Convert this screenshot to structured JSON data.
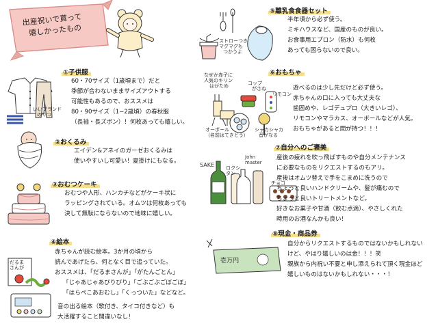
{
  "colors": {
    "highlight": "#f6df8c",
    "banner": "#f7c9c4",
    "banner_edge": "#d98f8a",
    "ink": "#222222",
    "green_bottle": "#4a8f3c",
    "cash_green": "#c9e3bf"
  },
  "title": {
    "line1": "出産祝いで貰って",
    "line2": "嬉しかったもの"
  },
  "sections": {
    "babywear": {
      "heading": "①子供服",
      "lines": [
        "60・70サイズ（1歳頃まで）だと",
        "季節が合わないままサイズアウトする",
        "可能性もあるので、おススメは",
        "80・90サイズ（1−2歳頃）の春秋服",
        "（長袖・長ズボン）！何枚あっても嬉しい。"
      ],
      "illust_label": [
        "いいブランド",
        "のやつ"
      ]
    },
    "swaddle": {
      "heading": "②おくるみ",
      "lines": [
        "エイデン&アネイのガーゼおくるみは",
        "使いやすいし可愛い！夏掛けにもなる。"
      ]
    },
    "diapercake": {
      "heading": "③おむつケーキ",
      "lines": [
        "おむつや人形、ハンカチなどがケーキ状に",
        "ラッピングされている。オムツは何枚あっても",
        "決して無駄にならないので地味に嬉しい。"
      ]
    },
    "picturebook": {
      "heading": "④絵本",
      "lines": [
        "赤ちゃんが読む絵本。3か月の頃から",
        "読んであげたら、何となく目で追っていた。",
        "おススメは、「だるまさんが」「がたんごとん」",
        "「じゃあじゃあびりびり」「ごぶごぶごぼごぼ」",
        "「はらぺこあおむし」「くっついた」などなど。"
      ],
      "extra_lines": [
        "音の出る絵本（歌付き、タイコ付きなど）も",
        "大活躍すること間違いなし！"
      ],
      "book_label": [
        "だるま",
        "さんが"
      ]
    },
    "tableware": {
      "heading": "⑤離乳食食器セット",
      "lines": [
        "半年頃から必ず使う。",
        "ミキハウスなど、国産のものが良い。",
        "お食事用エプロン（防水）も何枚",
        "あっても困らないので良い。"
      ],
      "illust_label": [
        "ストローつき",
        "マグマグも",
        "つかうよ"
      ]
    },
    "toys": {
      "heading": "⑥おもちゃ",
      "lines": [
        "遊べるのは少し先だけど必ず使う。",
        "赤ちゃんの口に入っても大丈夫な",
        "歯固めや、レゴデュプロ（大きいレゴ）、",
        "リモコンやマラカス、オーボールなどが人気。",
        "おもちゃがあると間が持つ！！！"
      ],
      "labels": {
        "teether": [
          "なぜか赤子に",
          "人気のキリン",
          "はがため"
        ],
        "cup": [
          "コップ",
          "がさね"
        ],
        "remote": [
          "リモコン"
        ],
        "oball": [
          "オーボール",
          "（名前はてきとう）"
        ],
        "rattle": [
          "シャカシャカ",
          "音がなる"
        ]
      }
    },
    "treat": {
      "heading": "⑦自分へのご褒美",
      "lines": [
        "産後の疲れを吹っ飛ばすものや自分メンテナンス",
        "に必要なものをリクエストするのもアリ。",
        "産後はオムツ替えで手をこまめに洗うので",
        "ちょっと良いハンドクリームや、髪が痛むので",
        "ちょっと良いトリートメントなど。",
        "好きなお菓子や甘酒（飲む点滴）、やさしくれた",
        "時用のお酒なんかも良い！"
      ],
      "labels": {
        "sake": "SAKE",
        "lotion": [
          "ロクシ",
          "タン"
        ],
        "john": [
          "John",
          "master"
        ],
        "choco": "チョコ"
      }
    },
    "cash": {
      "heading": "⑧現金・商品券",
      "lines": [
        "自分からリクエストするものではないかもしれない",
        "けど、やはり嬉しいのは金！！！笑",
        "親族から内祝い不要と申し添えられて頂く現金ほど",
        "嬉しいものはないかもしれない・・・！"
      ],
      "bill_label": "壱万円"
    }
  }
}
